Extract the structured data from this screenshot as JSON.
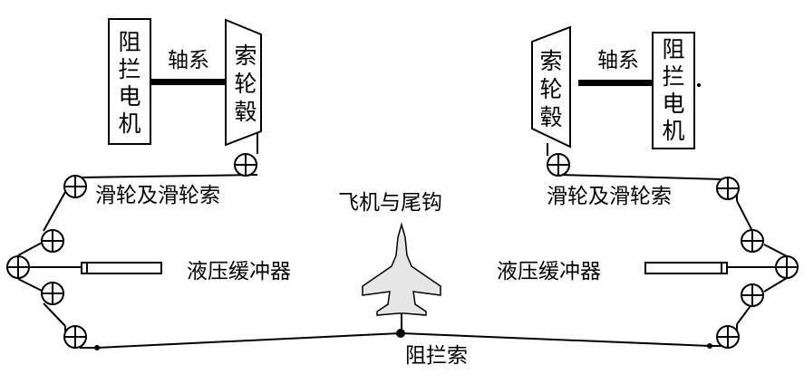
{
  "labels": {
    "motor_left": [
      "阻",
      "拦",
      "电",
      "机"
    ],
    "motor_right": [
      "阻",
      "拦",
      "电",
      "机"
    ],
    "shaft_left": "轴系",
    "shaft_right": "轴系",
    "drum_left": [
      "索",
      "轮",
      "毂"
    ],
    "drum_right": [
      "索",
      "轮",
      "毂"
    ],
    "pulley_left": "滑轮及滑轮索",
    "pulley_right": "滑轮及滑轮索",
    "aircraft": "飞机与尾钩",
    "buffer_left": "液压缓冲器",
    "buffer_right": "液压缓冲器",
    "arresting_cable": "阻拦索"
  }
}
